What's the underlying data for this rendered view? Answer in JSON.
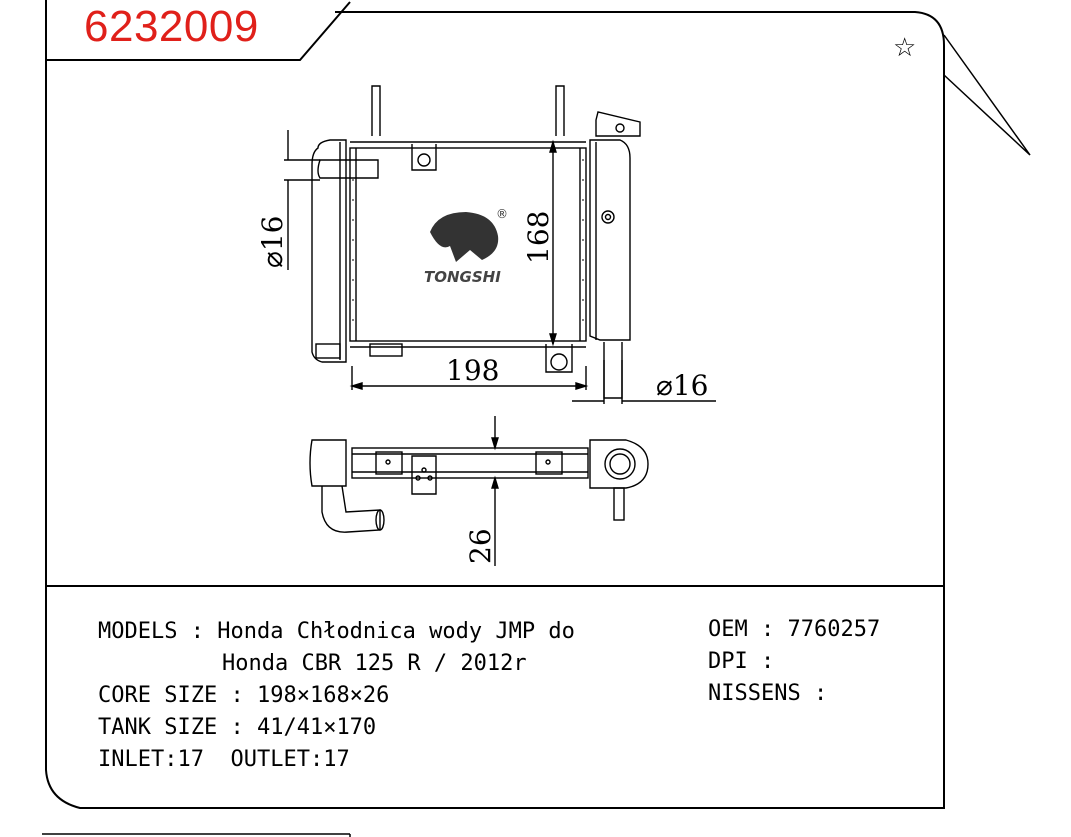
{
  "part_number": "6232009",
  "favorite_icon": "star-outline-icon",
  "drawing": {
    "logo_text": "TONGSHI",
    "logo_mark": "®",
    "dimensions": {
      "inlet_diameter": "16",
      "height": "168",
      "width": "198",
      "outlet_diameter": "16",
      "thickness": "26",
      "diameter_symbol": "⌀"
    }
  },
  "specs": {
    "models_label": "MODELS",
    "models_value_line1": "Honda Chłodnica wody JMP do",
    "models_value_line2": "Honda CBR 125 R / 2012r",
    "core_size_label": "CORE SIZE",
    "core_size_value": "198×168×26",
    "tank_size_label": "TANK SIZE",
    "tank_size_value": "41/41×170",
    "inlet_label": "INLET:",
    "inlet_value": "17",
    "outlet_label": "OUTLET:",
    "outlet_value": "17",
    "oem_label": "OEM",
    "oem_value": "7760257",
    "dpi_label": "DPI",
    "dpi_value": "",
    "nissens_label": "NISSENS",
    "nissens_value": ""
  }
}
